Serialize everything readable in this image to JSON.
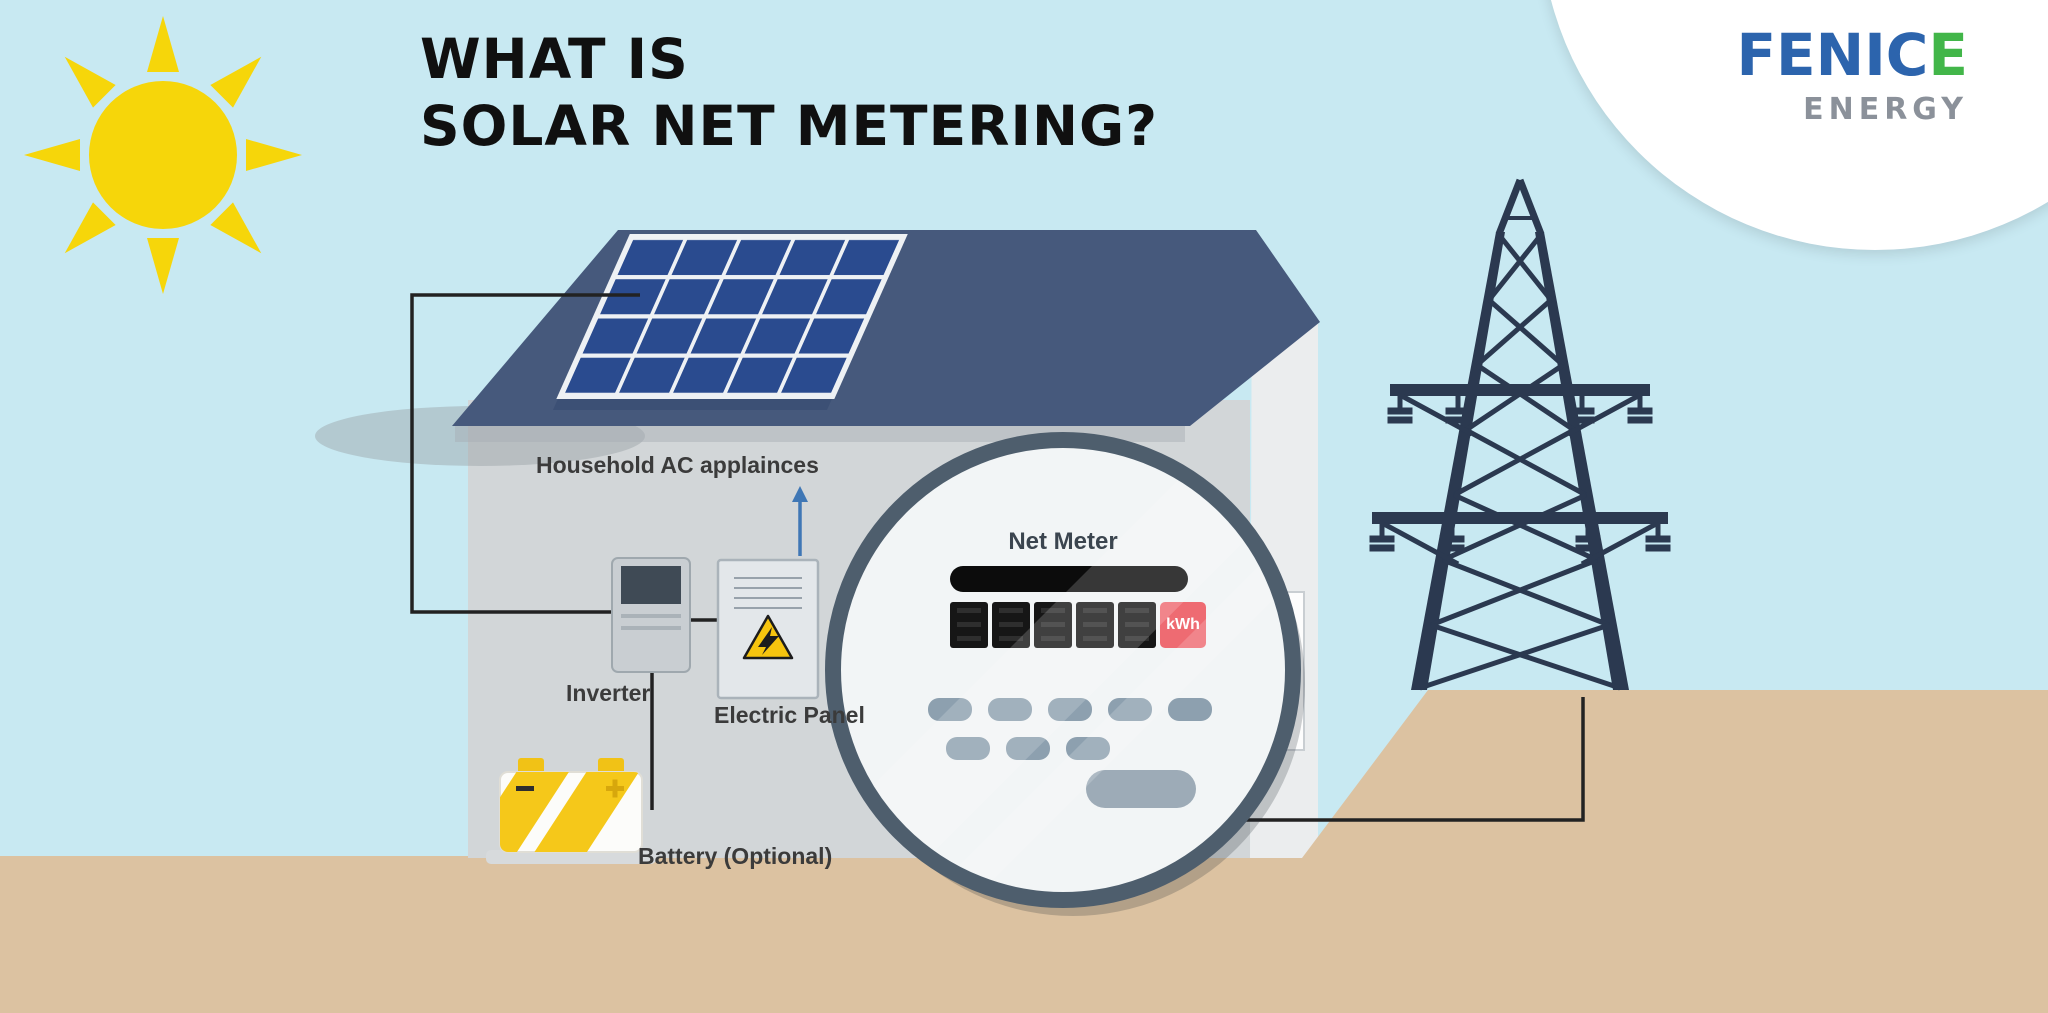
{
  "title": {
    "line1": "WHAT IS",
    "line2": "SOLAR NET METERING?"
  },
  "logo": {
    "brand_blue": "FENIC",
    "brand_green": "E",
    "subtitle": "ENERGY"
  },
  "diagram": {
    "labels": {
      "household_appliances": "Household AC applainces",
      "inverter": "Inverter",
      "electric_panel": "Electric Panel",
      "battery": "Battery (Optional)",
      "net_meter": "Net Meter",
      "meter_unit": "kWh"
    },
    "icons": [
      "sun-icon",
      "solar-panel-icon",
      "house-icon",
      "inverter-icon",
      "electric-panel-icon",
      "warning-lightning-icon",
      "battery-icon",
      "net-meter-icon",
      "transmission-tower-icon",
      "up-arrow-icon"
    ],
    "colors": {
      "sky": "#c8e9f2",
      "ground": "#dcc2a1",
      "roof": "#46597c",
      "wall": "#d2d6d8",
      "panel_cell": "#2a4b8f",
      "sun": "#f6d60a",
      "tower": "#2b3950",
      "meter_ring": "#4e5e6d",
      "kwh_badge": "#ee6b72",
      "logo_blue": "#2c64ad",
      "logo_green": "#42b649"
    }
  }
}
